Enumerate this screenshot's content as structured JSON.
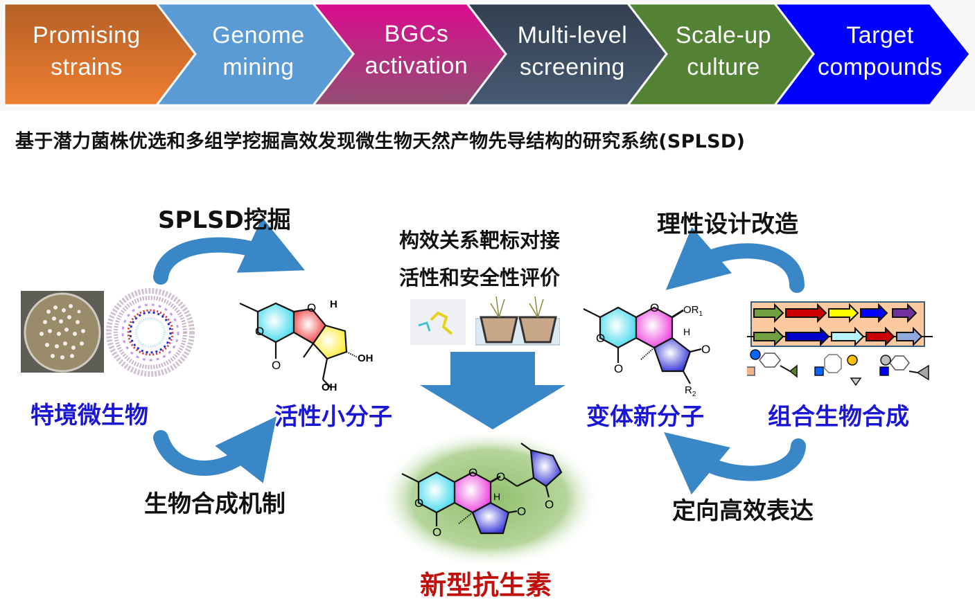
{
  "workflow": {
    "steps": [
      {
        "line1": "Promising",
        "line2": "strains",
        "color_top": "#b45f26",
        "color_bottom": "#ef7f32"
      },
      {
        "line1": "Genome",
        "line2": "mining",
        "color_top": "#5b9bd5",
        "color_bottom": "#5b9bd5"
      },
      {
        "line1": "BGCs",
        "line2": "activation",
        "color_top": "#da0b8f",
        "color_bottom": "#924f74"
      },
      {
        "line1": "Multi-level",
        "line2": "screening",
        "color_top": "#333f50",
        "color_bottom": "#475a73"
      },
      {
        "line1": "Scale-up",
        "line2": "culture",
        "color_top": "#548235",
        "color_bottom": "#548235"
      },
      {
        "line1": "Target",
        "line2": "compounds",
        "color_top": "#0000ff",
        "color_bottom": "#0000ff"
      }
    ]
  },
  "subtitle": "基于潜力菌株优选和多组学挖掘高效发现微生物天然产物先导结构的研究系统(SPLSD)",
  "left_cycle": {
    "top_label": "SPLSD挖掘",
    "bottom_label": "生物合成机制",
    "source_label": "特境微生物",
    "target_label": "活性小分子"
  },
  "center": {
    "line1": "构效关系靶标对接",
    "line2": "活性和安全性评价",
    "result_label": "新型抗生素"
  },
  "right_cycle": {
    "top_label": "理性设计改造",
    "bottom_label": "定向高效表达",
    "source_label": "变体新分子",
    "target_label": "组合生物合成"
  },
  "molecules": {
    "atom_O": "O",
    "atom_H": "H",
    "atom_OH": "OH",
    "atom_OR1": "OR",
    "sub_1": "1",
    "atom_R2": "R",
    "sub_2": "2"
  },
  "colors": {
    "arrow_blue": "#3a87c8",
    "label_blue": "#1a16d6",
    "label_red": "#c0100c",
    "ring_cyan": "#4fe3f0",
    "ring_red": "#ee4a4a",
    "ring_yellow": "#ffee44",
    "ring_magenta": "#ee55dd",
    "ring_blue": "#4444dd",
    "gene_cluster_bg": "#fbc9a0"
  }
}
